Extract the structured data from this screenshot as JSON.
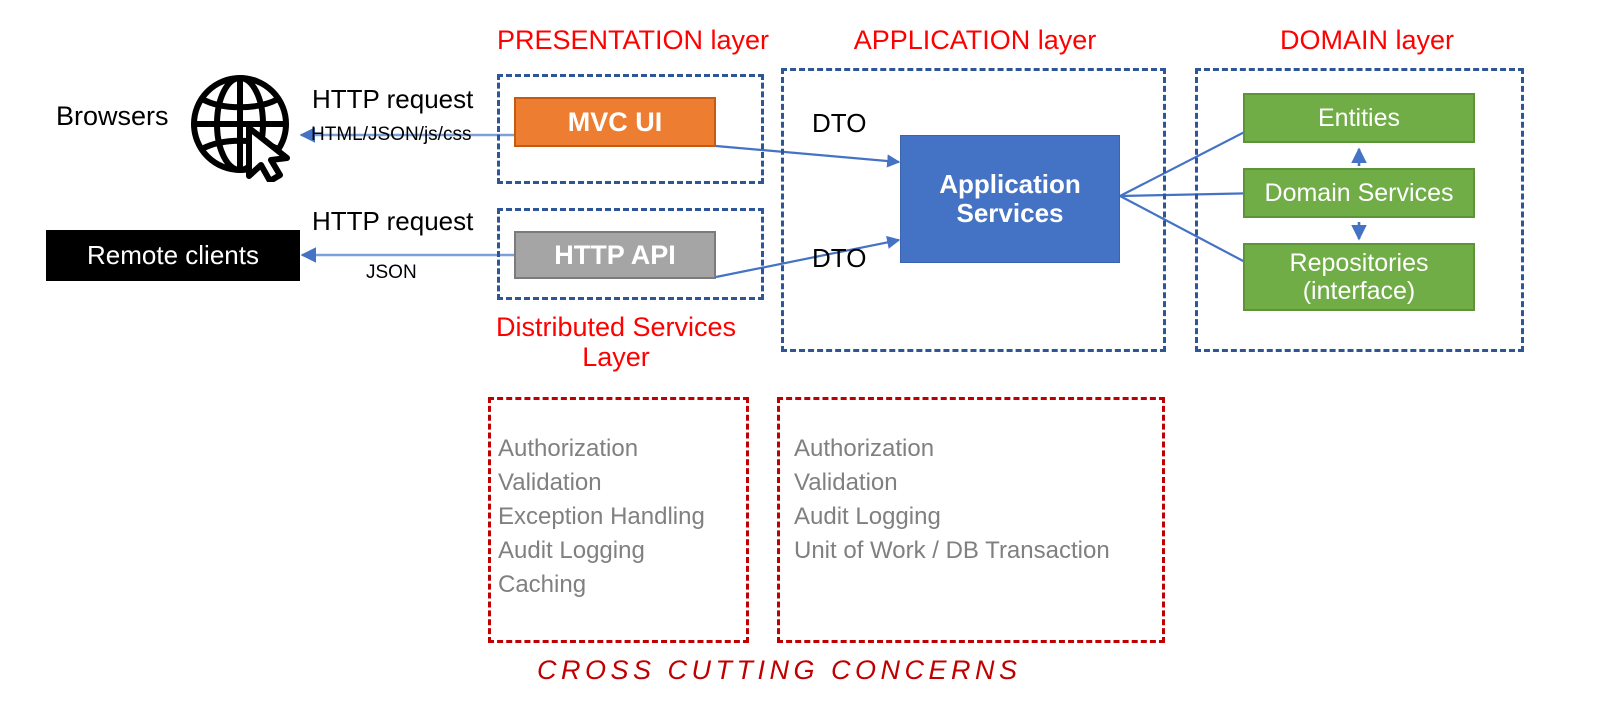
{
  "diagram": {
    "title": "Layered application architecture",
    "colors": {
      "layer_title": "#FF0000",
      "dashed_layer_border": "#2E5597",
      "dashed_concern_border": "#C00000",
      "mvc_ui": "#ED7D31",
      "http_api": "#A5A5A5",
      "application_services": "#4472C4",
      "domain_box": "#70AD47",
      "remote_clients": "#000000",
      "arrow": "#4472C4",
      "concern_text": "#808080"
    }
  },
  "layers": {
    "presentation": {
      "title": "PRESENTATION layer"
    },
    "application": {
      "title": "APPLICATION layer"
    },
    "domain": {
      "title": "DOMAIN layer"
    }
  },
  "actors": {
    "browsers": {
      "label": "Browsers",
      "icon": "globe-cursor-icon"
    },
    "remote_clients": {
      "label": "Remote clients"
    }
  },
  "presentation_boxes": {
    "mvc_ui": {
      "label": "MVC UI"
    },
    "http_api": {
      "label": "HTTP API"
    }
  },
  "application_boxes": {
    "application_services": {
      "label": "Application\nServices",
      "line1": "Application",
      "line2": "Services"
    }
  },
  "domain_boxes": [
    {
      "label": "Entities"
    },
    {
      "label": "Domain Services"
    },
    {
      "label": "Repositories (interface)",
      "line1": "Repositories",
      "line2": "(interface)"
    }
  ],
  "edge_labels": {
    "browser_request": "HTTP request",
    "browser_response": "HTML/JSON/js/css",
    "client_request": "HTTP request",
    "client_response": "JSON",
    "dto_top": "DTO",
    "dto_bottom": "DTO"
  },
  "cross_cutting": {
    "distributed_services_title": "Distributed Services Layer",
    "distributed_services_title_line1": "Distributed Services",
    "distributed_services_title_line2": "Layer",
    "footer": "CROSS  CUTTING  CONCERNS",
    "presentation_concerns": [
      "Authorization",
      "Validation",
      "Exception Handling",
      "Audit Logging",
      "Caching"
    ],
    "application_concerns": [
      "Authorization",
      "Validation",
      "Audit Logging",
      "Unit of Work / DB Transaction"
    ]
  }
}
